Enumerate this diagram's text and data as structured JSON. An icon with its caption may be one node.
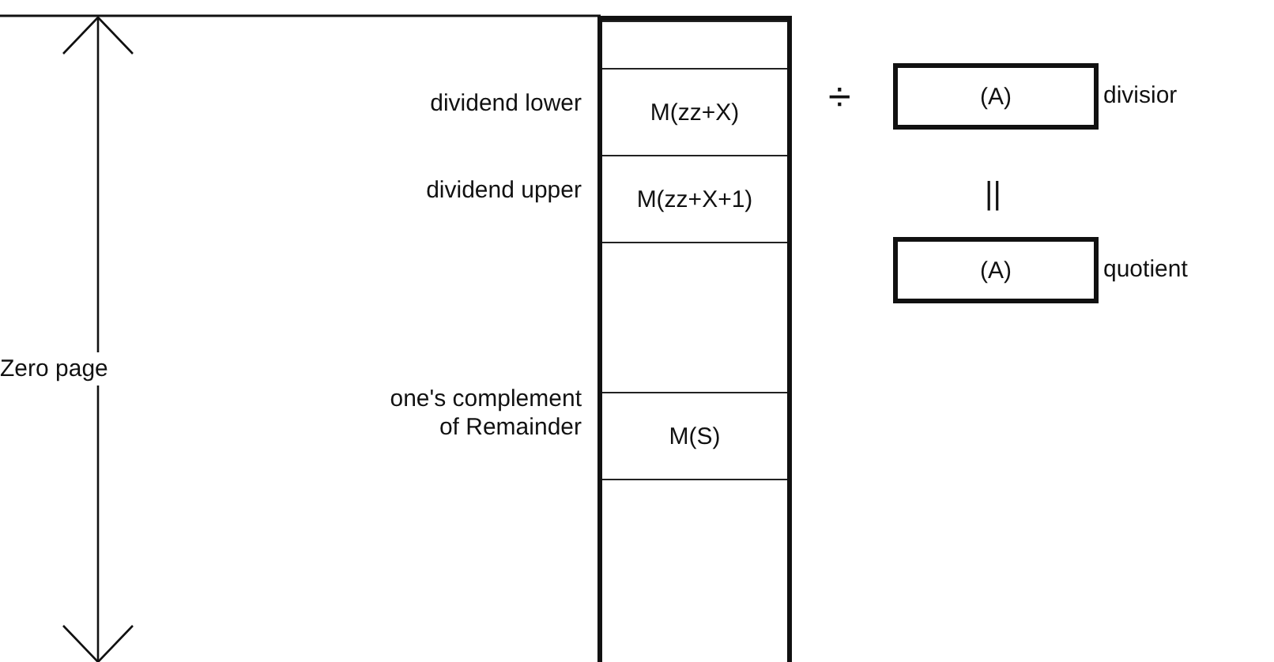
{
  "diagram": {
    "nodes": [
      {
        "text": [],
        "shape": "box"
      },
      {
        "text": [],
        "shape": "box",
        "in": 0
      },
      {
        "text": [
          "M(zz+X)"
        ],
        "in": 0,
        "beside": [
          "dividend lower"
        ]
      },
      {
        "text": [
          "M(zz+X+1)"
        ],
        "in": 0,
        "beside": [
          "dividend upper"
        ]
      },
      {
        "text": [],
        "shape": "box",
        "in": 0
      },
      {
        "text": [
          "M(S)"
        ],
        "in": 0,
        "beside": [
          "one's complement of Remainder"
        ]
      },
      {
        "text": [],
        "shape": "box",
        "in": 0
      },
      {
        "text": [
          "(A)"
        ],
        "beside": [
          "divisior"
        ]
      },
      {
        "text": [
          "(A)"
        ],
        "beside": [
          "quotient"
        ]
      }
    ],
    "labels": [
      "Zero page",
      "÷",
      "||"
    ]
  }
}
